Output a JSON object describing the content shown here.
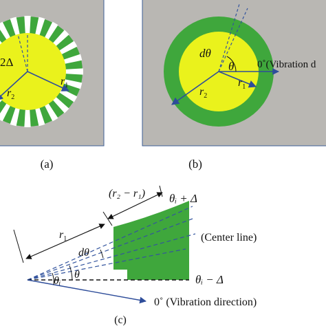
{
  "colors": {
    "background_panel": "#b9b7b3",
    "panel_border": "#3c5e96",
    "dark_green": "#3fa73c",
    "light_yellow": "#eaf21c",
    "slot_white": "#ffffff",
    "arrow_blue": "#2e4d9a",
    "dash_blue": "#33549e",
    "ink": "#111111"
  },
  "panel_a": {
    "caption": "(a)",
    "label_delta": "2Δ",
    "label_r1": "r",
    "label_r1_sub": "1",
    "label_r2": "r",
    "label_r2_sub": "2"
  },
  "panel_b": {
    "caption": "(b)",
    "label_dtheta": "dθ",
    "label_theta": "θ",
    "label_vibration": "0˚(Vibration d",
    "label_r1": "r",
    "label_r1_sub": "1",
    "label_r2": "r",
    "label_r2_sub": "2"
  },
  "panel_c": {
    "caption": "(c)",
    "label_r2_minus_r1": "(r₂ − r₁)",
    "label_theta_plus": "θᵢ + Δ",
    "label_theta_minus": "θᵢ − Δ",
    "label_center_line": "(Center line)",
    "label_r1": "r",
    "label_r1_sub": "1",
    "label_dtheta": "dθ",
    "label_theta": "θ",
    "label_theta_i": "θᵢ",
    "label_vibration": "0˚ (Vibration direction)"
  }
}
